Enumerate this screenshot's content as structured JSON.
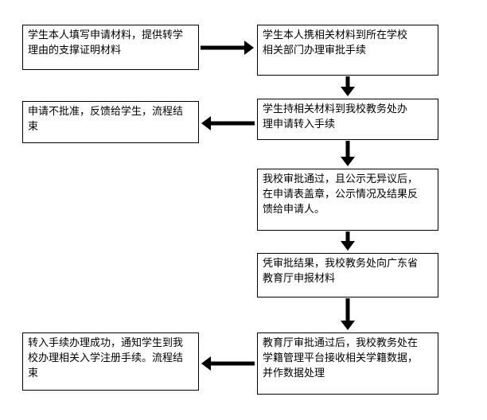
{
  "boxes": [
    "学生本人填写申请材料，提供转学\n理由的支撑证明材料",
    "学生本人携相关材料到所在学校\n相关部门办理审批手续",
    "申请不批准，反馈给学生，流程结\n束",
    "学生持相关材料到我校教务处办\n理申请转入手续",
    "我校审批通过，且公示无异议后，\n在申请表盖章，公示情况及结果反\n馈给申请人。",
    "凭审批结果，我校教务处向广东省\n教育厅申报材料",
    "转入手续办理成功，通知学生到我\n校办理相关入学注册手续。流程结\n束",
    "教育厅审批通过后，我校教务处在\n学籍管理平台接收相关学籍数据，\n并作数据处理"
  ],
  "arrow_color": "#000000"
}
